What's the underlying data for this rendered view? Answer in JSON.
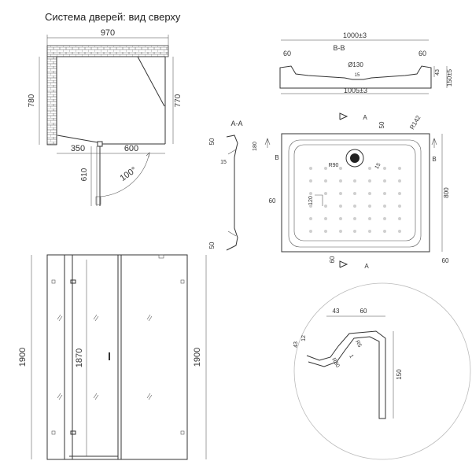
{
  "title": "Система дверей: вид сверху",
  "top_view": {
    "d970": "970",
    "d780": "780",
    "d770": "770",
    "d350": "350",
    "d600": "600",
    "d610": "610",
    "angle": "100°"
  },
  "section_bb": {
    "label": "B-B",
    "d1000": "1000±3",
    "d1005": "1005±3",
    "d60l": "60",
    "d60r": "60",
    "d130": "Ø130",
    "d15": "15",
    "d43": "43",
    "d150": "150±5"
  },
  "section_aa": {
    "label": "A-A",
    "d50t": "50",
    "d15": "15",
    "d50b": "50"
  },
  "tray_plan": {
    "A_top": "A",
    "A_bottom": "A",
    "B_left": "B",
    "B_right": "B",
    "d50": "50",
    "r142": "R142",
    "d180": "180",
    "r90": "R90",
    "d15": "15",
    "d120": "120",
    "d60l": "60",
    "d800": "800",
    "d60b": "60",
    "d60r": "60"
  },
  "detail": {
    "d43": "43",
    "d60": "60",
    "d12": "12",
    "d43v": "43",
    "r5": "R5",
    "r30": "R30",
    "d1": "1",
    "d150": "150"
  },
  "front": {
    "d1900l": "1900",
    "d1870": "1870",
    "d1900r": "1900"
  }
}
